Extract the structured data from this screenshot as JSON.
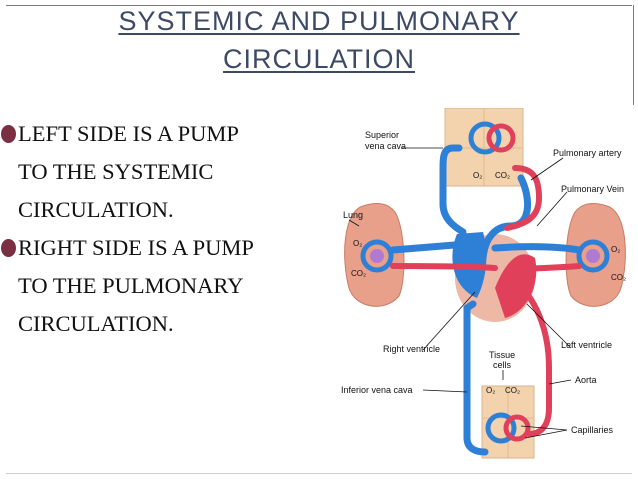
{
  "slide": {
    "title_line1": "SYSTEMIC AND PULMONARY",
    "title_line2": "CIRCULATION",
    "bullets": [
      {
        "lines": [
          "LEFT SIDE IS A PUMP",
          "TO THE SYSTEMIC",
          "CIRCULATION."
        ]
      },
      {
        "lines": [
          "RIGHT SIDE IS A PUMP",
          "TO THE PULMONARY",
          "CIRCULATION."
        ]
      }
    ],
    "colors": {
      "title": "#3d4a66",
      "bullet": "#7b2f42",
      "deoxygenated": "#2e7fd6",
      "oxygenated": "#e0405a",
      "tissue": "#f3d2ae",
      "lung": "#e8a08a"
    }
  },
  "diagram": {
    "labels": {
      "superior_vena_cava": [
        "Superior",
        "vena cava"
      ],
      "pulmonary_artery": "Pulmonary artery",
      "pulmonary_vein": "Pulmonary Vein",
      "lung": "Lung",
      "right_ventricle": "Right ventricle",
      "left_ventricle": "Left ventricle",
      "tissue_cells": [
        "Tissue",
        "cells"
      ],
      "aorta": "Aorta",
      "inferior_vena_cava": "Inferior vena cava",
      "capillaries": "Capillaries"
    },
    "gas": {
      "o2": "O₂",
      "co2": "CO₂"
    }
  }
}
